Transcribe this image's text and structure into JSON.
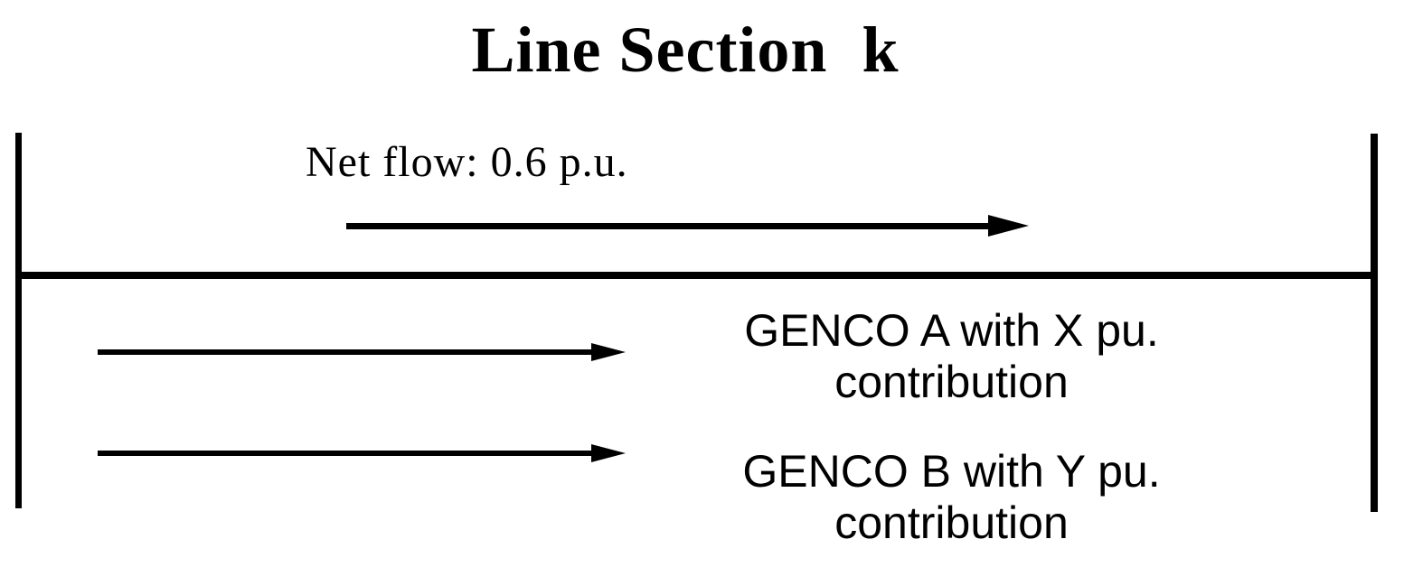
{
  "figure": {
    "title": "Line Section  k",
    "net_flow": {
      "label": "Net flow: 0.6 p.u."
    },
    "genco_a": {
      "line1": "GENCO A with X pu.",
      "line2": "contribution"
    },
    "genco_b": {
      "line1": "GENCO B with Y pu.",
      "line2": "contribution"
    },
    "colors": {
      "ink": "#000000",
      "background": "#ffffff"
    }
  }
}
